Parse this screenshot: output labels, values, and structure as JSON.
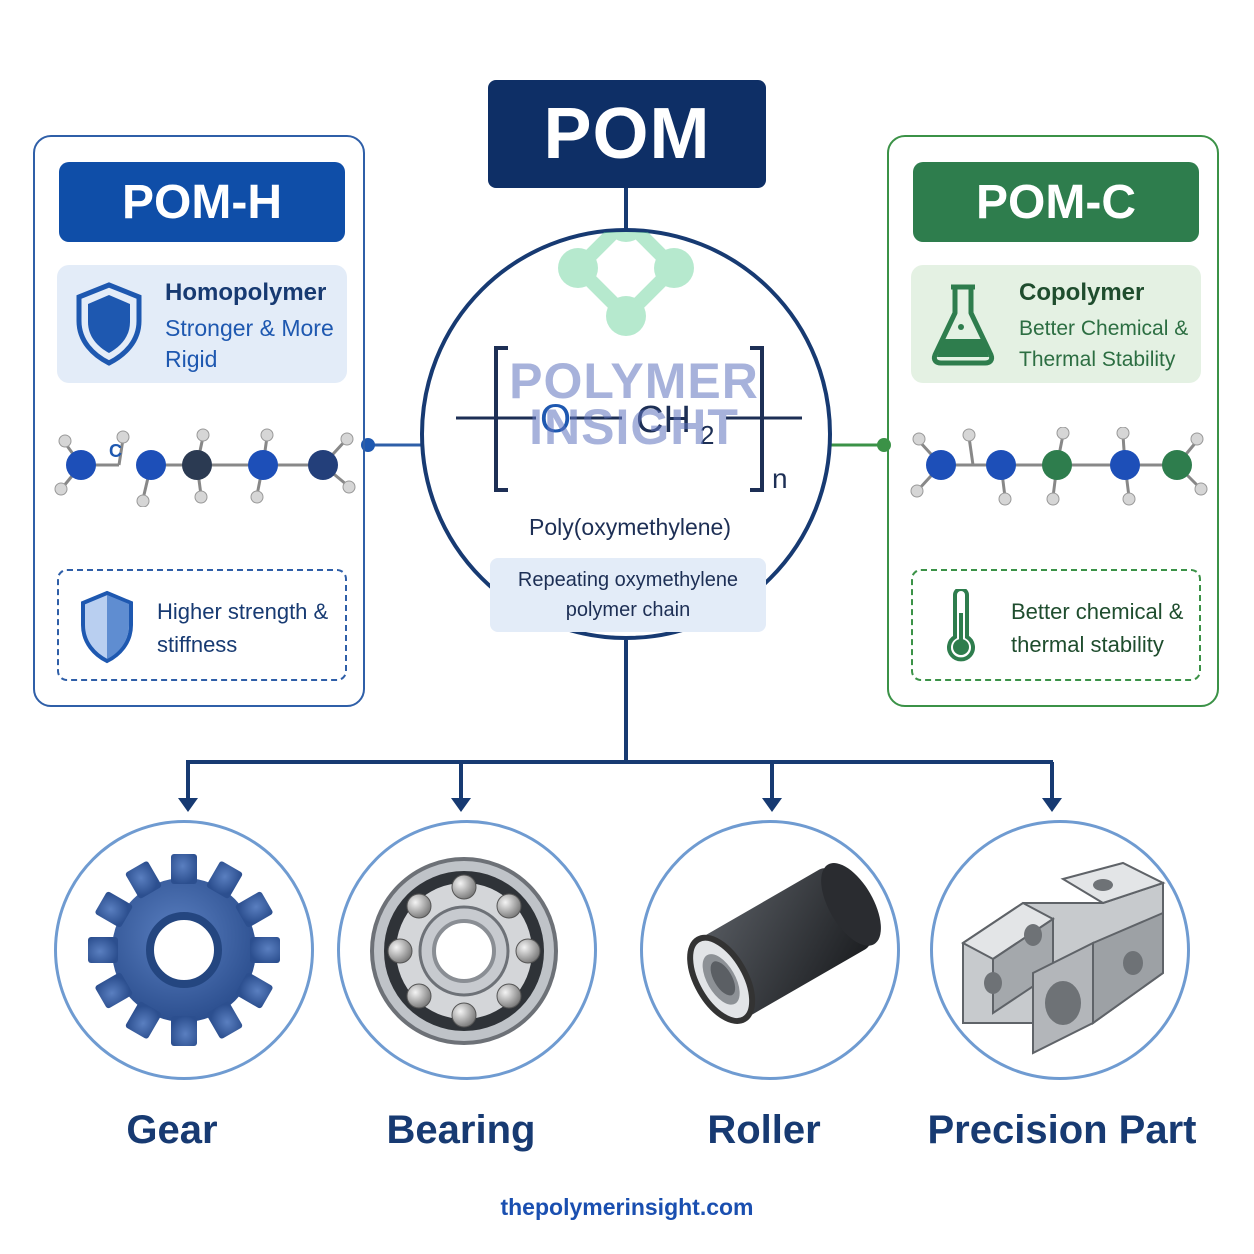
{
  "title": "POM",
  "homopolymer_panel": {
    "header": "POM-H",
    "info_title": "Homopolymer",
    "info_desc": "Stronger & More Rigid",
    "feature": "Higher strength & stiffness",
    "accent_color": "#0f4ea8"
  },
  "copolymer_panel": {
    "header": "POM-C",
    "info_title": "Copolymer",
    "info_desc": "Better Chemical & Thermal Stability",
    "feature": "Better chemical & thermal stability",
    "accent_color": "#2e7d4d"
  },
  "center": {
    "formula_o": "O",
    "formula_ch": "CH",
    "formula_sub": "2",
    "formula_n": "n",
    "watermark_line1": "POLYMER",
    "watermark_line2": "INSIGHT",
    "name": "Poly(oxymethylene)",
    "description": "Repeating oxymethylene polymer chain"
  },
  "applications": [
    {
      "label": "Gear",
      "icon": "gear-icon"
    },
    {
      "label": "Bearing",
      "icon": "bearing-icon"
    },
    {
      "label": "Roller",
      "icon": "roller-icon"
    },
    {
      "label": "Precision Part",
      "icon": "precision-part-icon"
    }
  ],
  "footer": "thepolymerinsight.com",
  "colors": {
    "navy": "#0e2f66",
    "blue": "#0f4ea8",
    "green": "#2e7d4d",
    "circle_border": "#6f9bd1"
  }
}
